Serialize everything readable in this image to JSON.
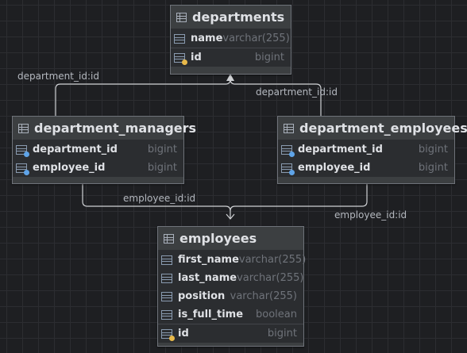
{
  "colors": {
    "background": "#1e1f22",
    "table_header": "#3c3f41",
    "table_body": "#2b2d30",
    "border": "#6f737a",
    "text": "#dfe1e5",
    "type_text": "#6f737a",
    "connector": "#cfd1d4",
    "primary_key": "#e8b94a",
    "foreign_key": "#5fa4e8"
  },
  "tables": {
    "departments": {
      "title": "departments",
      "columns": [
        {
          "name": "name",
          "type": "varchar(255)",
          "icon": "column-icon"
        },
        {
          "name": "id",
          "type": "bigint",
          "icon": "primary-key-icon"
        }
      ]
    },
    "department_managers": {
      "title": "department_managers",
      "columns": [
        {
          "name": "department_id",
          "type": "bigint",
          "icon": "foreign-key-icon"
        },
        {
          "name": "employee_id",
          "type": "bigint",
          "icon": "foreign-key-icon"
        }
      ]
    },
    "department_employees": {
      "title": "department_employees",
      "columns": [
        {
          "name": "department_id",
          "type": "bigint",
          "icon": "foreign-key-icon"
        },
        {
          "name": "employee_id",
          "type": "bigint",
          "icon": "foreign-key-icon"
        }
      ]
    },
    "employees": {
      "title": "employees",
      "columns": [
        {
          "name": "first_name",
          "type": "varchar(255)",
          "icon": "column-icon"
        },
        {
          "name": "last_name",
          "type": "varchar(255)",
          "icon": "column-icon"
        },
        {
          "name": "position",
          "type": "varchar(255)",
          "icon": "column-icon"
        },
        {
          "name": "is_full_time",
          "type": "boolean",
          "icon": "column-icon"
        },
        {
          "name": "id",
          "type": "bigint",
          "icon": "primary-key-icon"
        }
      ]
    }
  },
  "relationships": [
    {
      "label": "department_id:id",
      "from": "department_managers",
      "to": "departments"
    },
    {
      "label": "department_id:id",
      "from": "department_employees",
      "to": "departments"
    },
    {
      "label": "employee_id:id",
      "from": "department_managers",
      "to": "employees"
    },
    {
      "label": "employee_id:id",
      "from": "department_employees",
      "to": "employees"
    }
  ]
}
